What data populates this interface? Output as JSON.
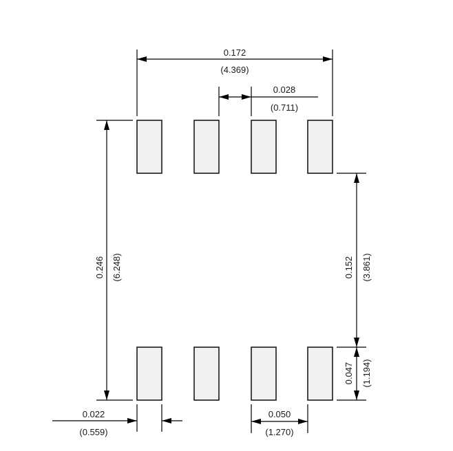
{
  "footprint": {
    "pads_per_row": 4,
    "rows": 2
  },
  "dimensions": {
    "overall_width": {
      "in": "0.172",
      "mm": "(4.369)"
    },
    "pitch_gap": {
      "in": "0.028",
      "mm": "(0.711)"
    },
    "overall_height": {
      "in": "0.246",
      "mm": "(6.248)"
    },
    "inner_gap": {
      "in": "0.152",
      "mm": "(3.861)"
    },
    "pad_length": {
      "in": "0.047",
      "mm": "(1.194)"
    },
    "pad_width": {
      "in": "0.022",
      "mm": "(0.559)"
    },
    "pad_pitch": {
      "in": "0.050",
      "mm": "(1.270)"
    }
  }
}
